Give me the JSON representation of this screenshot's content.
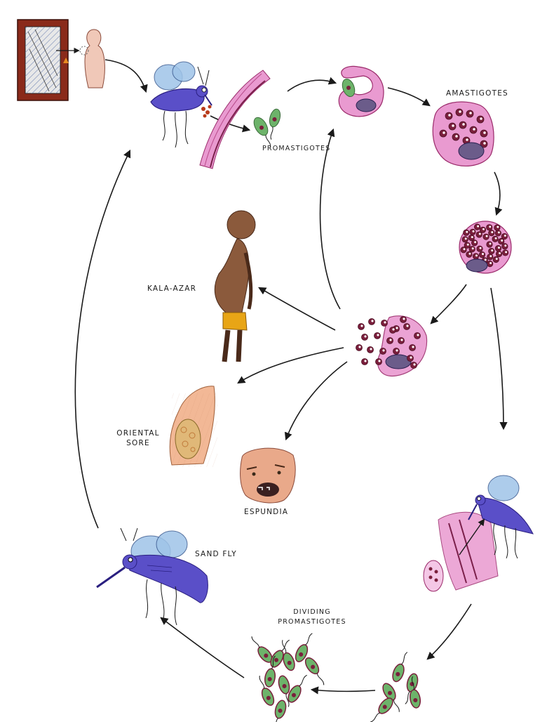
{
  "labels": {
    "promastigotes": "Promastigotes",
    "amastigotes": "Amastigotes",
    "kala_azar": "Kala-Azar",
    "oriental_sore_line1": "Oriental",
    "oriental_sore_line2": "Sore",
    "espundia": "Espundia",
    "sand_fly": "Sand Fly",
    "dividing_line1": "Dividing",
    "dividing_line2": "Promastigotes"
  },
  "colors": {
    "ink": "#1a1a1a",
    "fly_body": "#5a4fc8",
    "fly_wing": "#9fc4e8",
    "cell_pink": "#e99ad0",
    "cell_light": "#f4c7e6",
    "nucleus": "#6b5c8a",
    "parasite_dark": "#7a1f3c",
    "promastigote_green": "#6db36a",
    "skin_brown": "#8b5a3c",
    "loincloth": "#e8a516",
    "door_frame": "#8a2a1a"
  }
}
